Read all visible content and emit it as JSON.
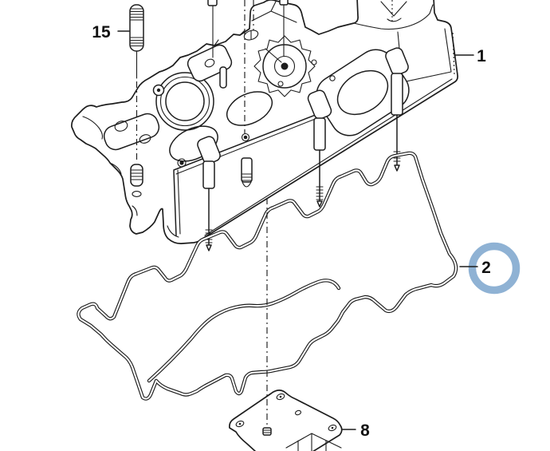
{
  "figure": {
    "background_color": "#ffffff",
    "line_color": "#1d1d1d",
    "highlight": {
      "color": "#8fb2d4",
      "shape": "circle",
      "applies_to_label": "2"
    },
    "callouts": [
      {
        "label": "15",
        "highlighted": false
      },
      {
        "label": "1",
        "highlighted": false
      },
      {
        "label": "2",
        "highlighted": true
      },
      {
        "label": "8",
        "highlighted": false
      }
    ]
  }
}
